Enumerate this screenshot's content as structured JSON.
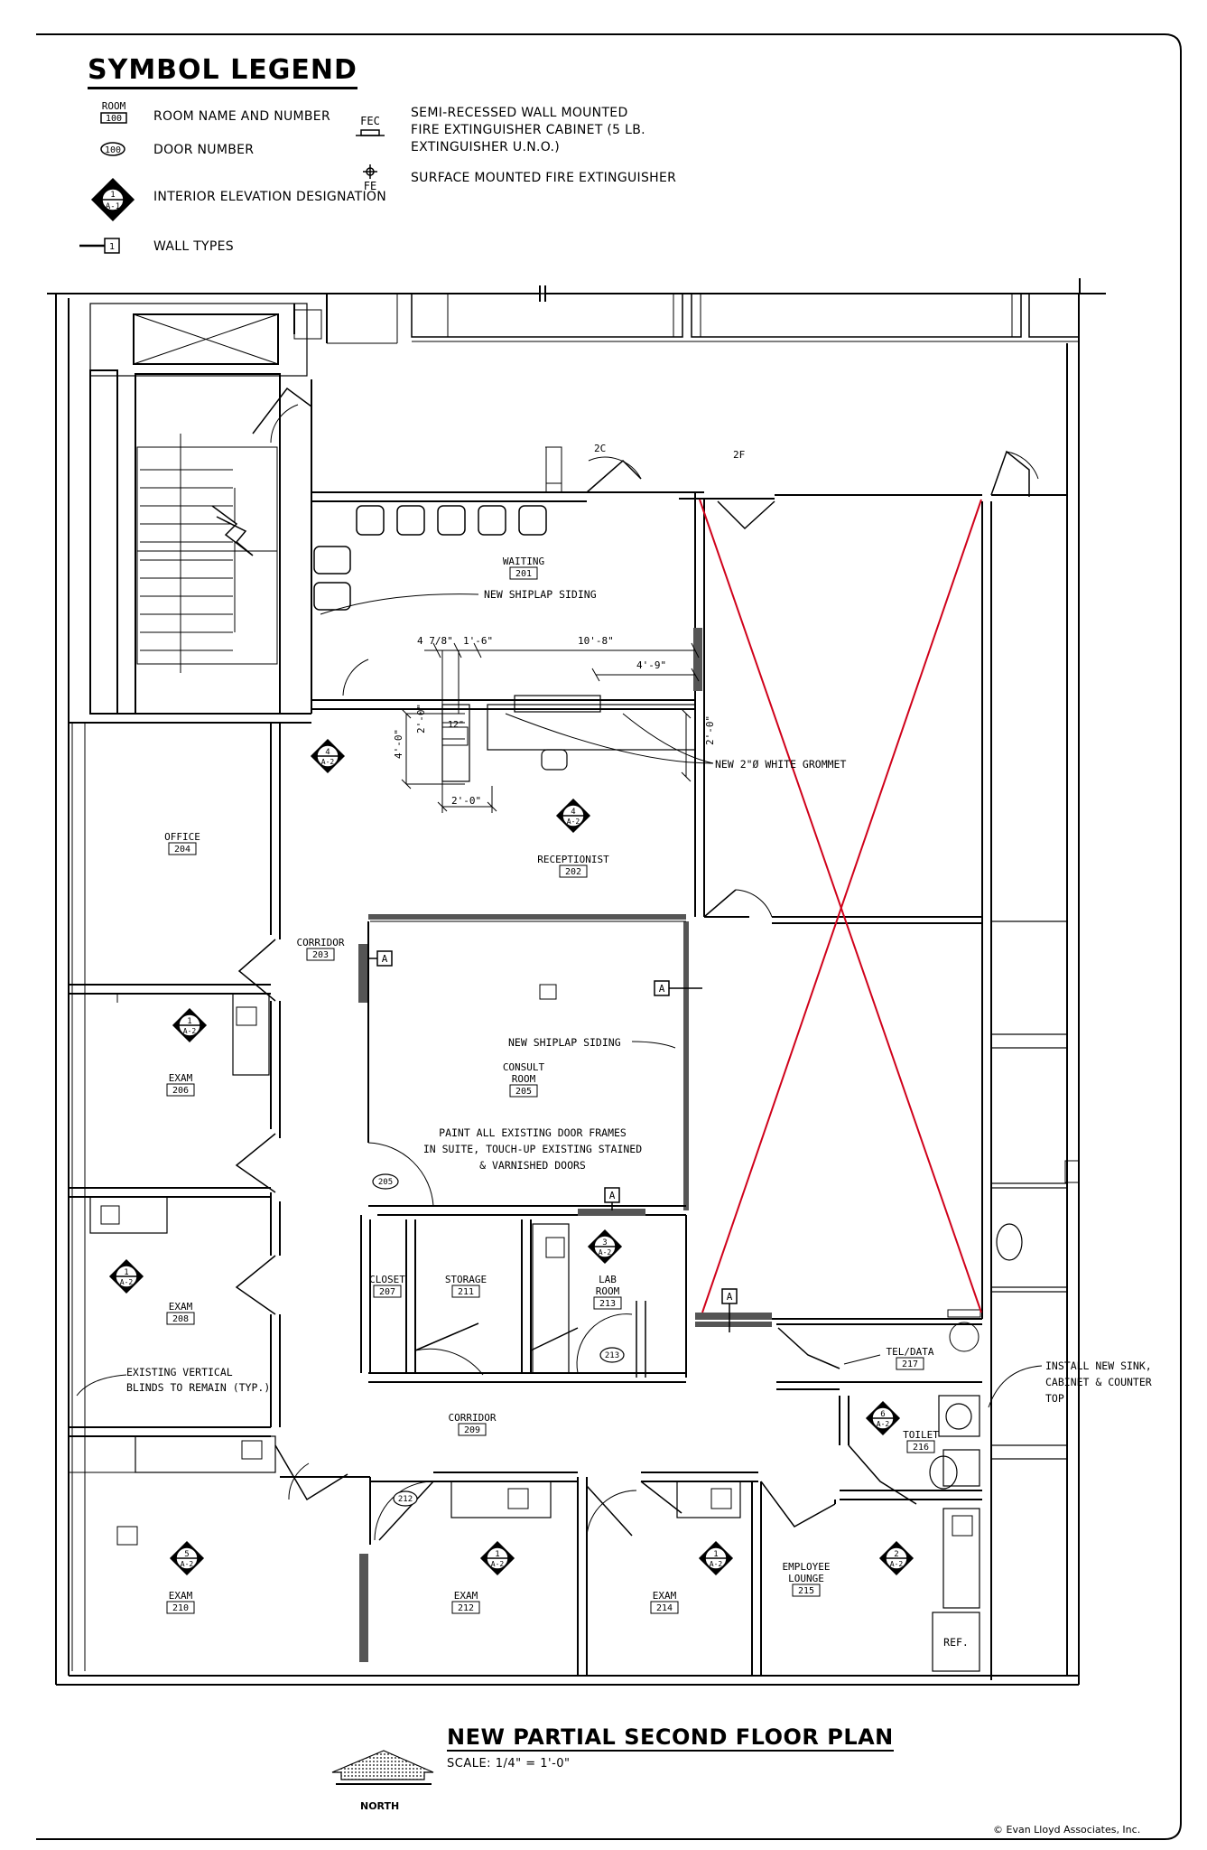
{
  "legend": {
    "title": "SYMBOL LEGEND",
    "room_tag_name": "ROOM",
    "room_tag_number": "100",
    "room_name_label": "ROOM NAME AND NUMBER",
    "door_tag": "100",
    "door_number_label": "DOOR NUMBER",
    "elev_num": "1",
    "elev_sheet": "A-1",
    "interior_elevation_label": "INTERIOR ELEVATION DESIGNATION",
    "wall_tag": "1",
    "wall_types_label": "WALL TYPES",
    "fec_tag": "FEC",
    "fec_label_1": "SEMI-RECESSED WALL MOUNTED",
    "fec_label_2": "FIRE EXTINGUISHER CABINET (5 LB.",
    "fec_label_3": "EXTINGUISHER U.N.O.)",
    "fe_tag": "FE",
    "fe_label": "SURFACE MOUNTED FIRE EXTINGUISHER"
  },
  "rooms": [
    {
      "name": "WAITING",
      "number": "201"
    },
    {
      "name": "RECEPTIONIST",
      "number": "202"
    },
    {
      "name": "CORRIDOR",
      "number": "203"
    },
    {
      "name": "OFFICE",
      "number": "204"
    },
    {
      "name": "CONSULT ROOM",
      "number": "205"
    },
    {
      "name": "EXAM",
      "number": "206"
    },
    {
      "name": "CLOSET",
      "number": "207"
    },
    {
      "name": "EXAM",
      "number": "208"
    },
    {
      "name": "CORRIDOR",
      "number": "209"
    },
    {
      "name": "EXAM",
      "number": "210"
    },
    {
      "name": "STORAGE",
      "number": "211"
    },
    {
      "name": "EXAM",
      "number": "212"
    },
    {
      "name": "LAB ROOM",
      "number": "213"
    },
    {
      "name": "EXAM",
      "number": "214"
    },
    {
      "name": "EMPLOYEE LOUNGE",
      "number": "215"
    },
    {
      "name": "TOILET",
      "number": "216"
    },
    {
      "name": "TEL/DATA",
      "number": "217"
    }
  ],
  "door_tags": [
    "205",
    "212",
    "213"
  ],
  "grid_labels": [
    "2C",
    "2F"
  ],
  "wall_type_tag": "A",
  "elevation_tags": [
    {
      "num": "4",
      "sheet": "A-2"
    },
    {
      "num": "4",
      "sheet": "A-2"
    },
    {
      "num": "1",
      "sheet": "A-2"
    },
    {
      "num": "1",
      "sheet": "A-2"
    },
    {
      "num": "3",
      "sheet": "A-2"
    },
    {
      "num": "6",
      "sheet": "A-2"
    },
    {
      "num": "5",
      "sheet": "A-2"
    },
    {
      "num": "1",
      "sheet": "A-2"
    },
    {
      "num": "1",
      "sheet": "A-2"
    },
    {
      "num": "2",
      "sheet": "A-2"
    }
  ],
  "dimensions": [
    "4 7/8\"",
    "1'-6\"",
    "10'-8\"",
    "4'-9\"",
    "2'-0\"",
    "12\"",
    "4'-0\"",
    "2'-0\"",
    "2'-0\""
  ],
  "notes": {
    "shiplap_1": "NEW SHIPLAP SIDING",
    "shiplap_2": "NEW SHIPLAP SIDING",
    "grommet": "NEW 2\"Ø WHITE GROMMET",
    "paint_1": "PAINT ALL EXISTING DOOR FRAMES",
    "paint_2": "IN SUITE, TOUCH-UP EXISTING STAINED",
    "paint_3": "& VARNISHED DOORS",
    "blinds_1": "EXISTING VERTICAL",
    "blinds_2": "BLINDS TO REMAIN (TYP.)",
    "sink_1": "INSTALL NEW SINK,",
    "sink_2": "CABINET & COUNTER",
    "sink_3": "TOP",
    "ref": "REF."
  },
  "title_block": {
    "plan_title": "NEW PARTIAL SECOND FLOOR PLAN",
    "scale": "SCALE: 1/4\" = 1'-0\"",
    "north": "NORTH",
    "copyright": "© Evan Lloyd Associates, Inc."
  },
  "colors": {
    "line": "#000000",
    "demolition": "#d0021b",
    "new_wall": "#555555"
  }
}
